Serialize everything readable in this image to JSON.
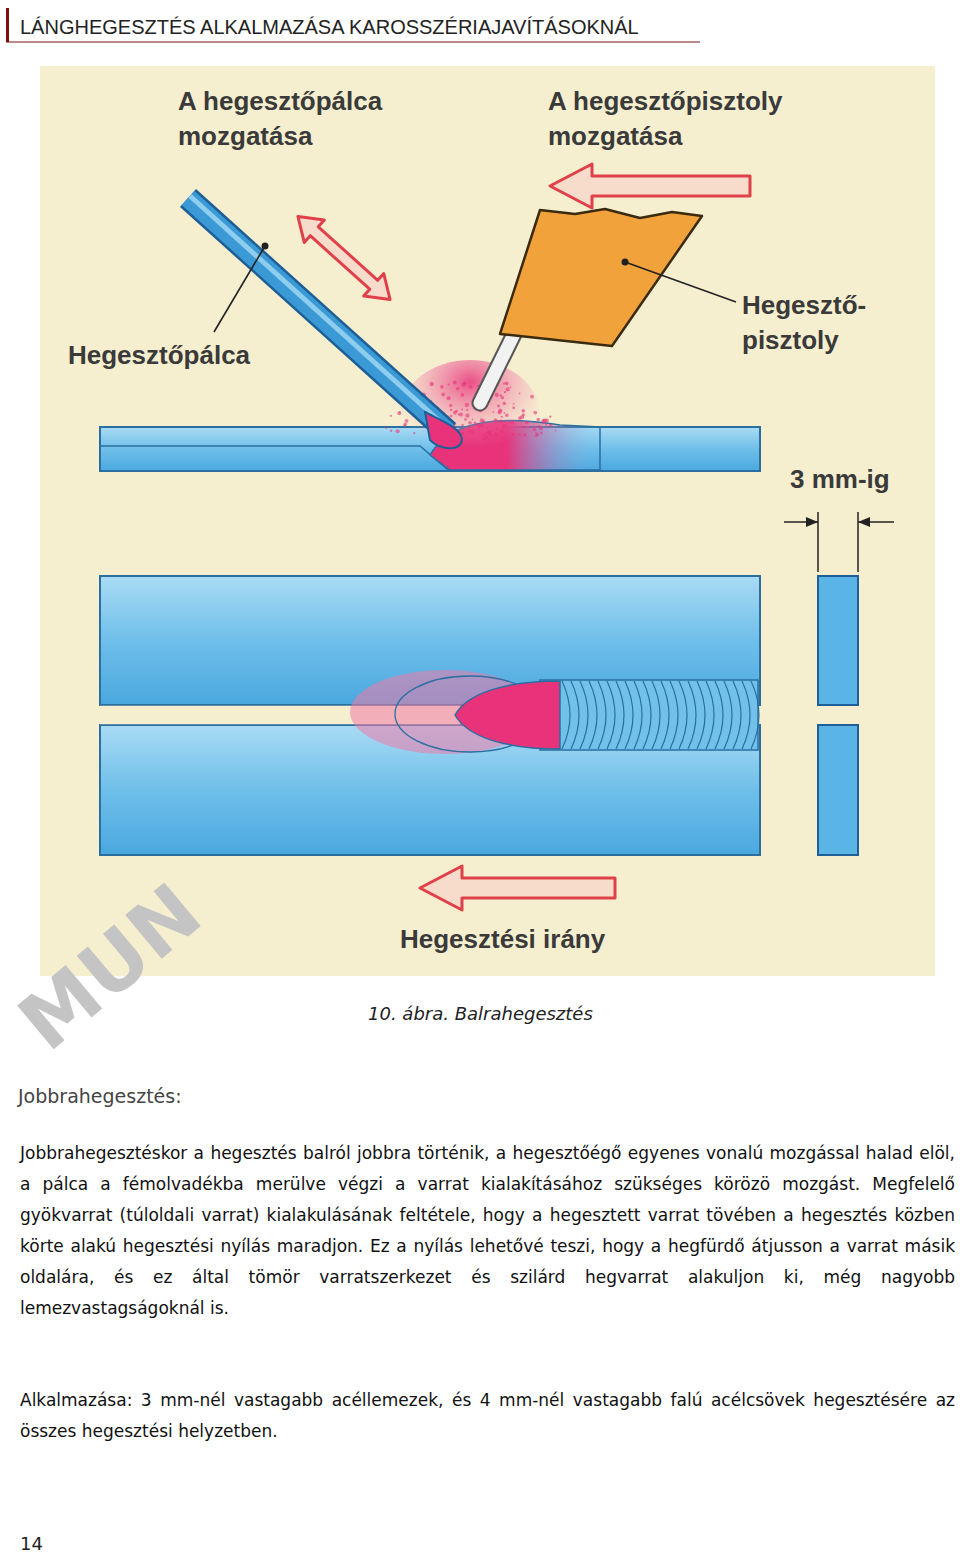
{
  "diagram": {
    "title": "LÁNGHEGESZTÉS ALKALMAZÁSA KAROSSZÉRIAJAVÍTÁSOKNÁL",
    "caption": "10. ábra. Balrahegesztés",
    "labels": [
      "A hegesztőpálca mozgatása",
      "A hegesztőpisztoly mozgatása",
      "Hegesztőpálca",
      "Hegesztő- pisztoly",
      "3 mm-ig",
      "Hegesztési irány",
      "MUN",
      "Jobbrahegesztés:",
      "Jobbrahegesztéskor a hegesztés balról jobbra történik, a hegesztőégő egyenes vonalú mozgással halad elöl, a pálca a fémolvadékba merülve végzi a varrat kialakításához szükséges körözö mozgást. Megfelelő gyökvarrat (túloldali varrat) kialakulásának feltétele, hogy a hegesztett varrat tövében a hegesztés közben körte alakú hegesztési nyílás maradjon. Ez a nyílás lehetővé teszi, hogy a hegfürdő átjusson a varrat másik oldalára, és ez által tömör varratszerkezet és szilárd hegvarrat alakuljon ki, még nagyobb lemezvastagságoknál is.",
      "Alkalmazása: 3 mm-nél vastagabb acéllemezek, és 4 mm-nél vastagabb falú acélcsövek hegesztésére az összes hegesztési helyzetben.",
      "14"
    ]
  }
}
